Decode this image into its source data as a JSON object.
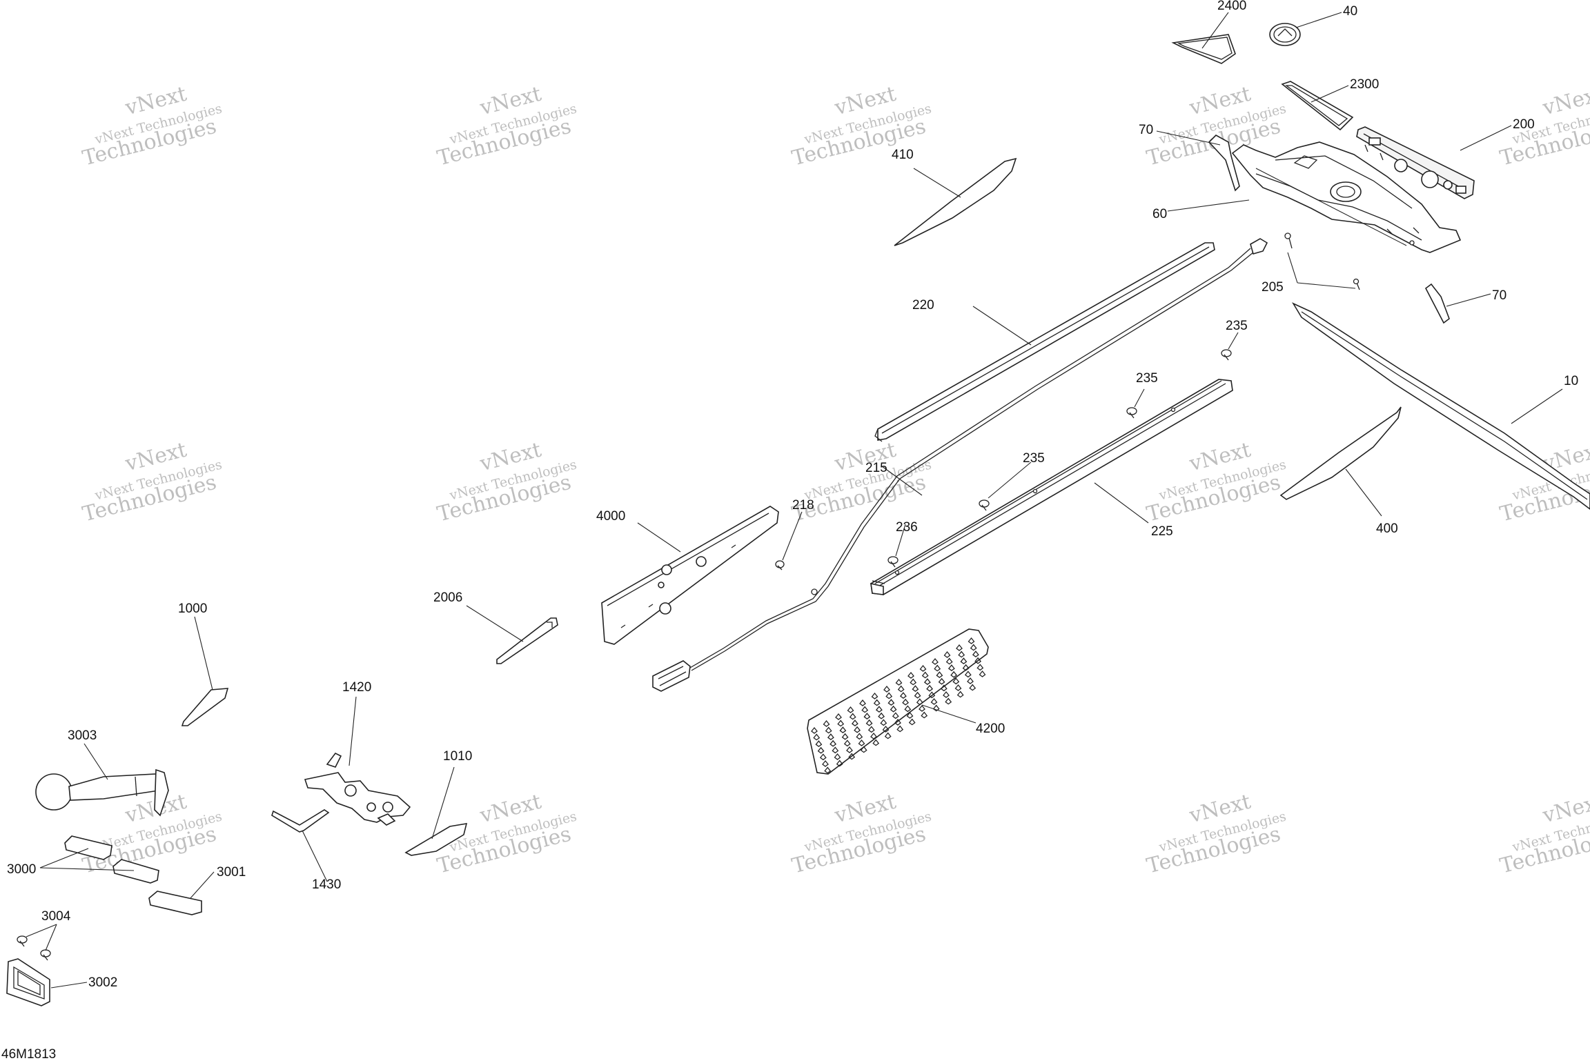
{
  "diagram": {
    "code": "46M1813",
    "watermark": {
      "line1": "vNext",
      "line2": "vNext Technologies",
      "line3": "Technologies"
    },
    "callouts": [
      {
        "id": "c2400",
        "text": "2400"
      },
      {
        "id": "c40",
        "text": "40"
      },
      {
        "id": "c2300",
        "text": "2300"
      },
      {
        "id": "c200",
        "text": "200"
      },
      {
        "id": "c70a",
        "text": "70"
      },
      {
        "id": "c410",
        "text": "410"
      },
      {
        "id": "c60",
        "text": "60"
      },
      {
        "id": "c220",
        "text": "220"
      },
      {
        "id": "c205",
        "text": "205"
      },
      {
        "id": "c70b",
        "text": "70"
      },
      {
        "id": "c235a",
        "text": "235"
      },
      {
        "id": "c235b",
        "text": "235"
      },
      {
        "id": "c10",
        "text": "10"
      },
      {
        "id": "c215",
        "text": "215"
      },
      {
        "id": "c235c",
        "text": "235"
      },
      {
        "id": "c4000",
        "text": "4000"
      },
      {
        "id": "c218",
        "text": "218"
      },
      {
        "id": "c236",
        "text": "236"
      },
      {
        "id": "c225",
        "text": "225"
      },
      {
        "id": "c400",
        "text": "400"
      },
      {
        "id": "c2006",
        "text": "2006"
      },
      {
        "id": "c1000",
        "text": "1000"
      },
      {
        "id": "c4200",
        "text": "4200"
      },
      {
        "id": "c1420",
        "text": "1420"
      },
      {
        "id": "c3003",
        "text": "3003"
      },
      {
        "id": "c1010",
        "text": "1010"
      },
      {
        "id": "c3000",
        "text": "3000"
      },
      {
        "id": "c3001",
        "text": "3001"
      },
      {
        "id": "c1430",
        "text": "1430"
      },
      {
        "id": "c3004",
        "text": "3004"
      },
      {
        "id": "c3002",
        "text": "3002"
      }
    ]
  }
}
